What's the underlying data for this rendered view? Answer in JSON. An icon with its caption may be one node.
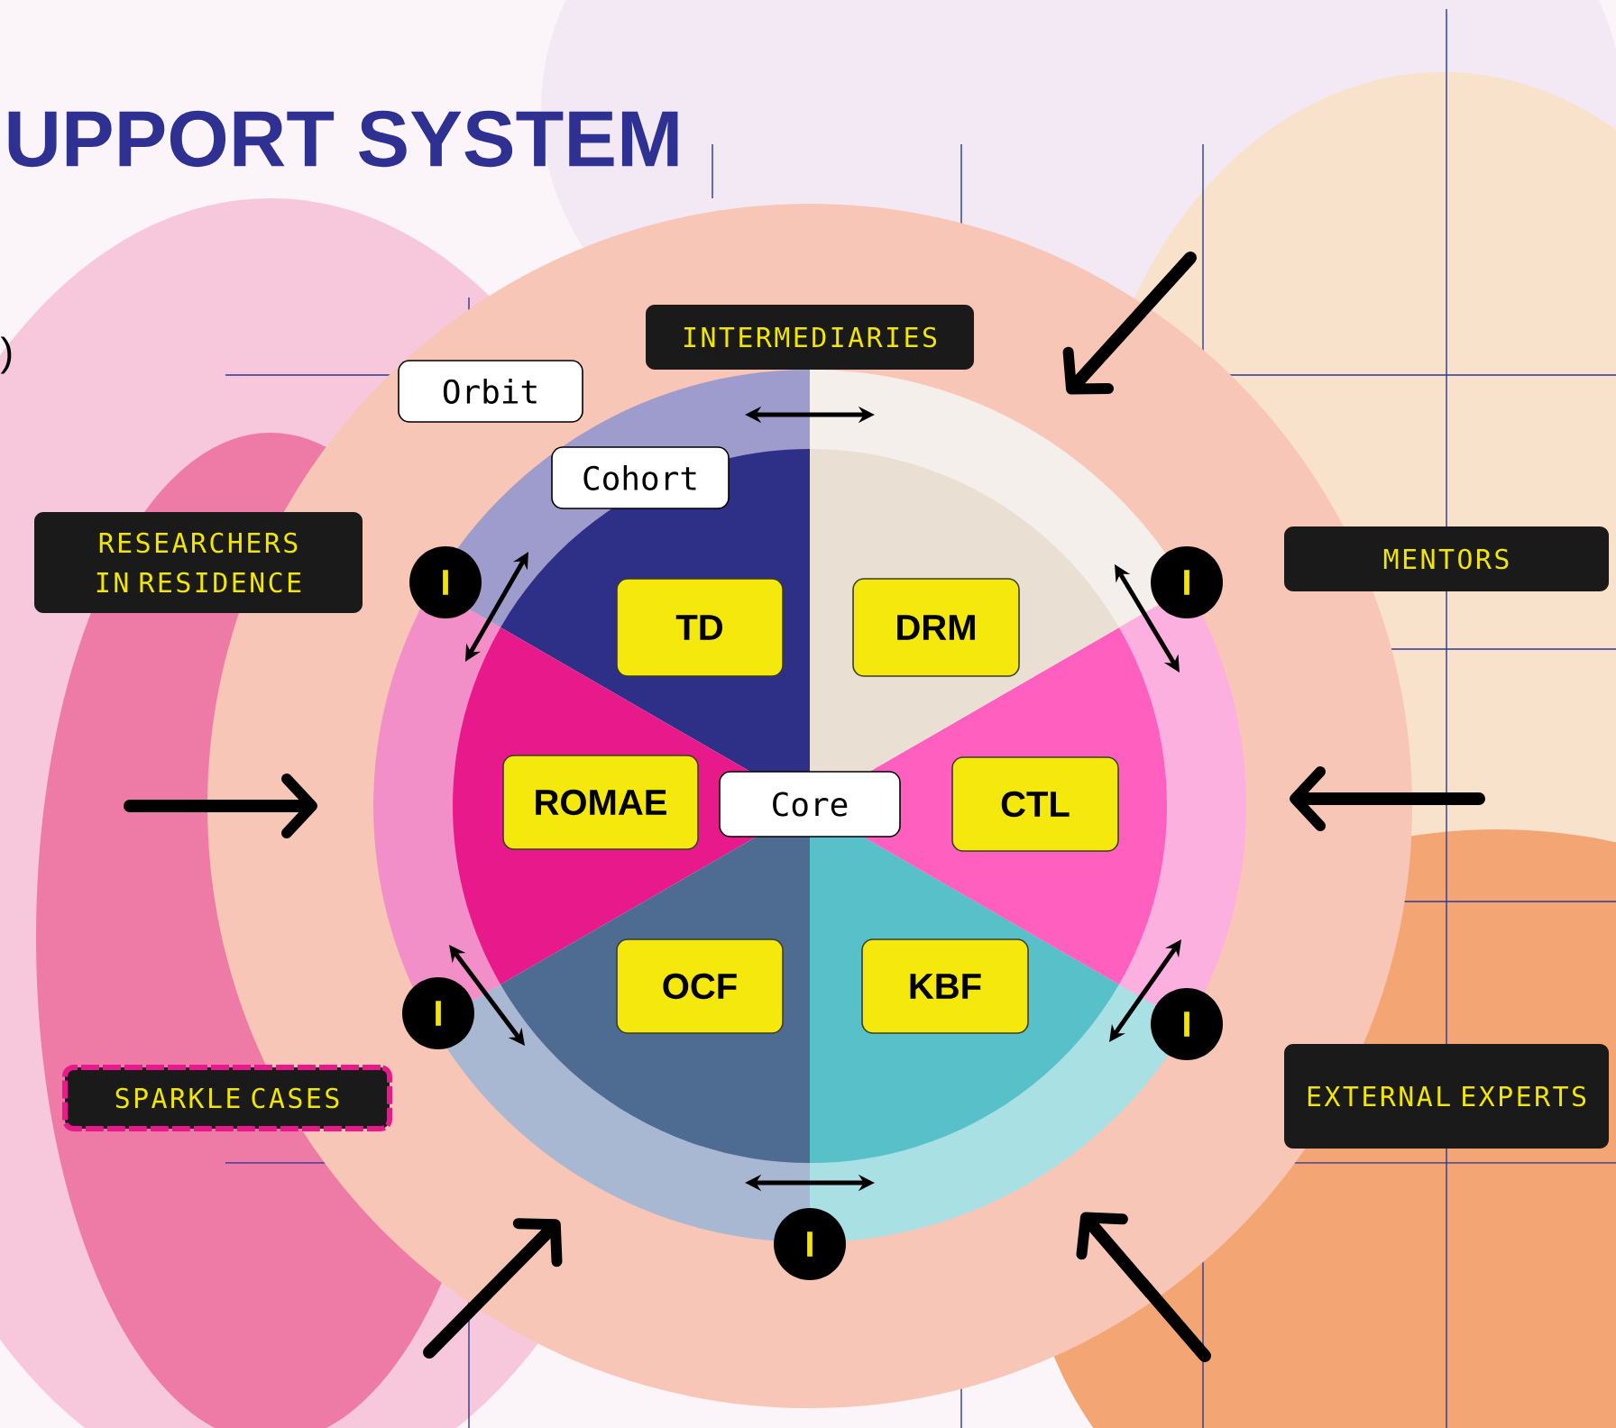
{
  "diagram": {
    "title": "UPPORT SYSTEM",
    "nodes": [
      {
        "text": [
          "INTERMEDIARIES"
        ]
      },
      {
        "text": [
          "Orbit"
        ]
      },
      {
        "text": [
          "Cohort"
        ]
      },
      {
        "text": [
          "RESEARCHERS IN RESIDENCE"
        ]
      },
      {
        "text": [
          "MENTORS"
        ]
      },
      {
        "text": [
          "TD"
        ]
      },
      {
        "text": [
          "DRM"
        ]
      },
      {
        "text": [
          "ROMAE"
        ]
      },
      {
        "text": [
          "Core"
        ]
      },
      {
        "text": [
          "CTL"
        ]
      },
      {
        "text": [
          "OCF"
        ]
      },
      {
        "text": [
          "KBF"
        ]
      },
      {
        "text": [
          "SPARKLE CASES"
        ]
      },
      {
        "text": [
          "EXTERNAL EXPERTS"
        ]
      },
      {
        "text": [
          "I"
        ]
      },
      {
        "text": [
          "I"
        ]
      },
      {
        "text": [
          "I"
        ]
      },
      {
        "text": [
          "I"
        ]
      },
      {
        "text": [
          "I"
        ]
      }
    ],
    "labels": [
      ")"
    ]
  }
}
